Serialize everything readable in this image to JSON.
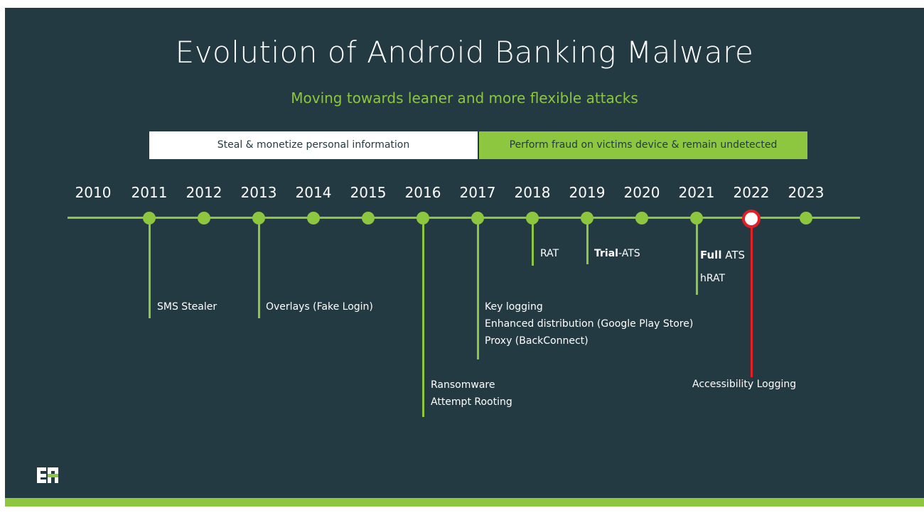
{
  "title": "Evolution of Android Banking Malware",
  "subtitle": "Moving towards leaner and more flexible attacks",
  "phases": [
    {
      "label": "Steal & monetize personal information"
    },
    {
      "label": "Perform fraud on victims device & remain undetected"
    }
  ],
  "years": [
    "2010",
    "2011",
    "2012",
    "2013",
    "2014",
    "2015",
    "2016",
    "2017",
    "2018",
    "2019",
    "2020",
    "2021",
    "2022",
    "2023"
  ],
  "highlight_year": "2022",
  "events": {
    "e2011": {
      "line1": "SMS Stealer"
    },
    "e2013": {
      "line1": "Overlays (Fake Login)"
    },
    "e2016": {
      "line1": "Ransomware",
      "line2": "Attempt Rooting"
    },
    "e2017": {
      "line1": "Key logging",
      "line2": "Enhanced distribution (Google Play Store)",
      "line3": "Proxy (BackConnect)"
    },
    "e2018": {
      "line1": "RAT"
    },
    "e2019": {
      "bold": "Trial",
      "rest": "-ATS"
    },
    "e2021": {
      "bold": "Full",
      "rest": " ATS",
      "line2": "hRAT"
    },
    "e2022": {
      "line1": "Accessibility Logging"
    }
  },
  "colors": {
    "background": "#243a42",
    "accent_green": "#8dc63f",
    "highlight_red": "#e31e24",
    "text_white": "#ffffff"
  },
  "logo_icon": "threatfabric-logo-icon"
}
